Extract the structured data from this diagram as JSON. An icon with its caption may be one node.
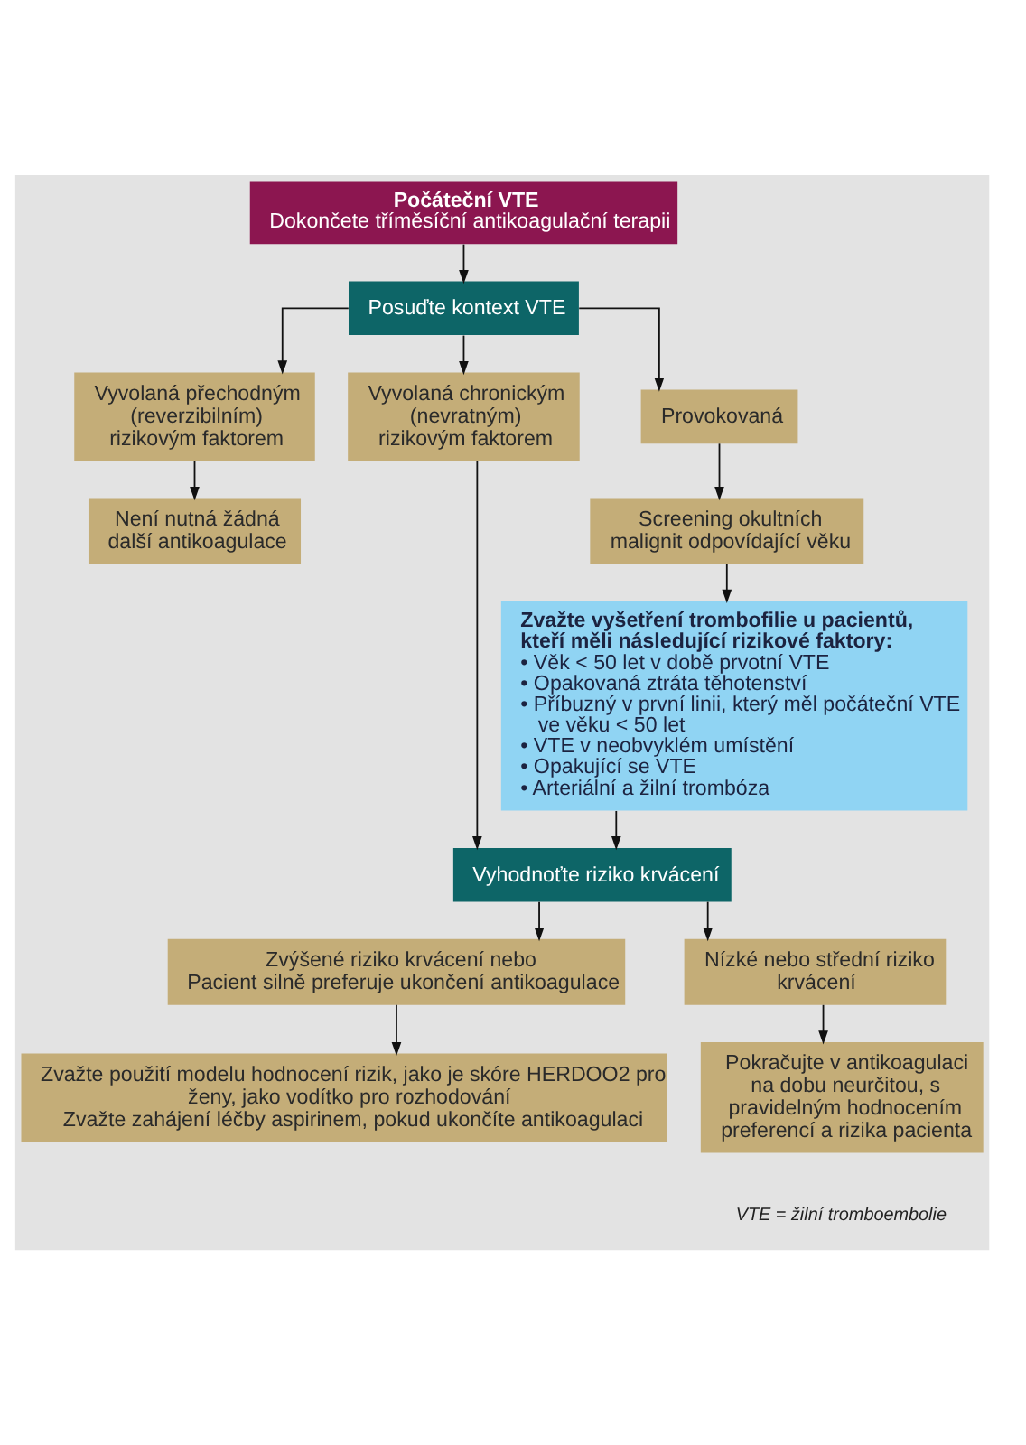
{
  "diagram": {
    "nodes": [
      {
        "text": [
          "Počáteční VTE",
          "Dokončete tříměsíční antikoagulační terapii"
        ]
      },
      {
        "text": [
          "Posuďte kontext VTE"
        ]
      },
      {
        "text": [
          "Vyvolaná přechodným (reverzibilním) rizikovým faktorem"
        ]
      },
      {
        "text": [
          "Vyvolaná chronickým (nevratným) rizikovým faktorem"
        ]
      },
      {
        "text": [
          "Provokovaná"
        ]
      },
      {
        "text": [
          "Screening okultních malignit odpovídající věku"
        ]
      },
      {
        "text": [
          "Není nutná žádná další antikoagulace"
        ]
      },
      {
        "text": [
          "Zvažte vyšetření trombofilie u pacientů, kteří měli následující rizikové faktory:",
          "• Věk < 50 let v době prvotní VTE",
          "• Opakovaná ztráta těhotenství",
          "• Příbuzný v první linii, který měl počáteční VTE ve věku < 50 let",
          "• VTE v neobvyklém umístění",
          "• Opakující se VTE",
          "• Arteriální a žilní trombóza"
        ]
      },
      {
        "text": [
          "Vyhodnoťte riziko krvácení"
        ]
      },
      {
        "text": [
          "Zvýšené riziko krvácení nebo",
          "Pacient silně preferuje ukončení antikoagulace"
        ]
      },
      {
        "text": [
          "Nízké nebo střední riziko krvácení"
        ]
      },
      {
        "text": [
          "Zvažte použití modelu hodnocení rizik, jako je skóre HERDOO2 pro ženy, jako vodítko pro rozhodování",
          "Zvažte zahájení léčby aspirinem, pokud ukončíte antikoagulaci"
        ]
      },
      {
        "text": [
          "Pokračujte v antikoagulaci na dobu neurčitou, s pravidelným hodnocením preferencí a rizika pacienta"
        ]
      }
    ],
    "edges": [
      {
        "from": 0,
        "to": 1,
        "arrow": "to"
      },
      {
        "from": 1,
        "to": 2,
        "arrow": "to"
      },
      {
        "from": 1,
        "to": 3,
        "arrow": "to"
      },
      {
        "from": 1,
        "to": 4,
        "arrow": "to"
      },
      {
        "from": 2,
        "to": 6,
        "arrow": "to"
      },
      {
        "from": 4,
        "to": 5,
        "arrow": "to"
      },
      {
        "from": 5,
        "to": 7,
        "arrow": "to"
      },
      {
        "from": 3,
        "to": 8,
        "arrow": "to"
      },
      {
        "from": 7,
        "to": 8,
        "arrow": "to"
      },
      {
        "from": 8,
        "to": 9,
        "arrow": "to"
      },
      {
        "from": 8,
        "to": 10,
        "arrow": "to"
      },
      {
        "from": 9,
        "to": 11,
        "arrow": "to"
      },
      {
        "from": 10,
        "to": 12,
        "arrow": "to"
      }
    ],
    "labels": [
      "VTE = žilní tromboembolie"
    ]
  }
}
